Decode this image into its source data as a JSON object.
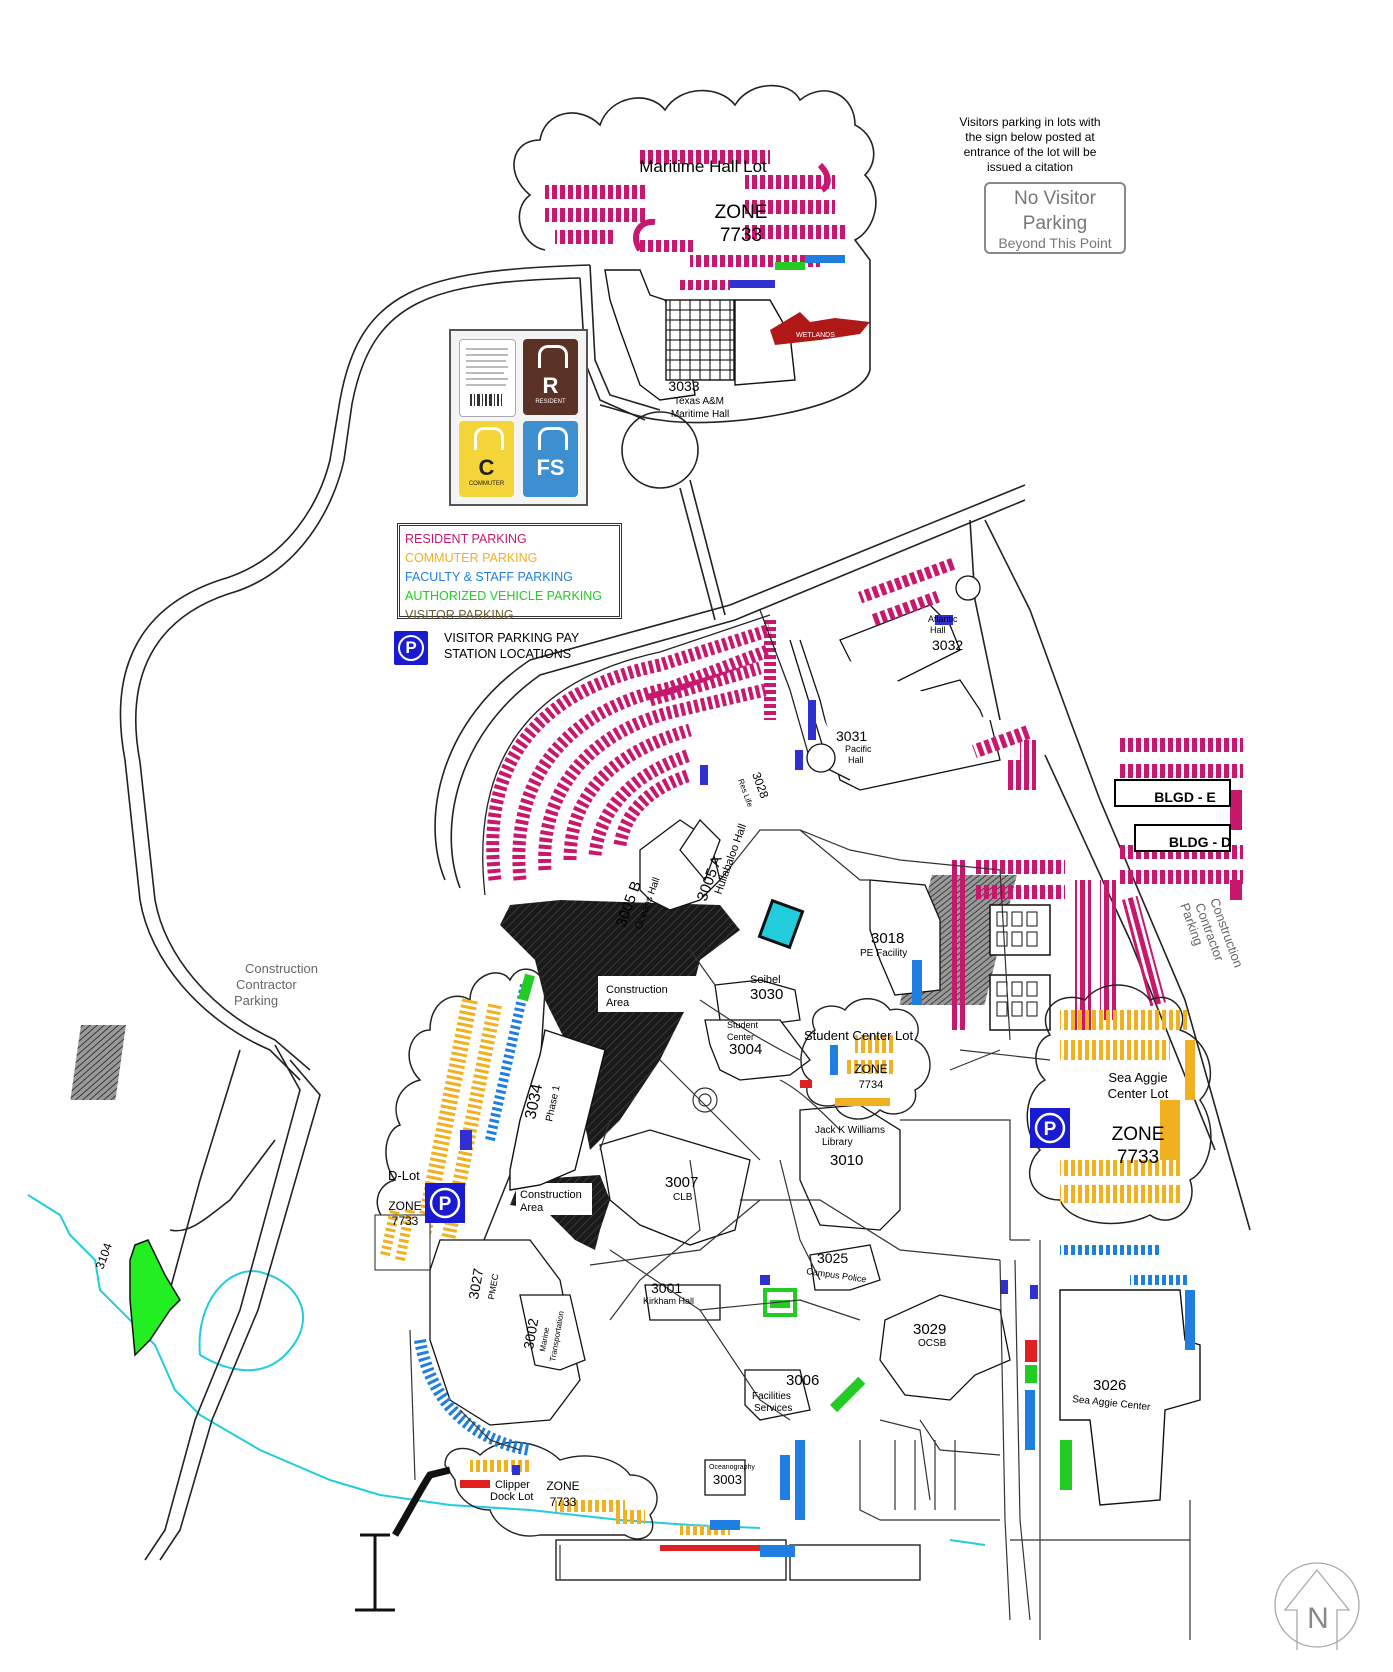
{
  "notice": {
    "lines": [
      "Visitors parking in lots with",
      "the sign below posted at",
      "entrance of the lot will be",
      "issued a citation"
    ],
    "sign_line1": "No Visitor",
    "sign_line2": "Parking",
    "sign_line3": "Beyond This Point"
  },
  "permits": {
    "resident_letter": "R",
    "resident_caption": "RESIDENT",
    "commuter_letter": "C",
    "commuter_caption": "COMMUTER",
    "faculty_letter": "FS"
  },
  "legend": {
    "items": [
      {
        "label": "RESIDENT PARKING",
        "color": "#c8186e"
      },
      {
        "label": "COMMUTER PARKING",
        "color": "#f0b020"
      },
      {
        "label": "FACULTY & STAFF PARKING",
        "color": "#1e7fe0"
      },
      {
        "label": "AUTHORIZED VEHICLE PARKING",
        "color": "#22cc22"
      },
      {
        "label": "VISITOR PARKING",
        "color": "#6b5e2e"
      }
    ],
    "pay_station_line1": "VISITOR PARKING PAY",
    "pay_station_line2": "STATION LOCATIONS",
    "pay_symbol": "P"
  },
  "lots": {
    "maritime_lot": "Maritime Hall Lot",
    "maritime_zone": "ZONE",
    "maritime_zone_num": "7733",
    "student_center_lot": "Student Center Lot",
    "student_center_zone": "ZONE",
    "student_center_zone_num": "7734",
    "sea_aggie_lot_1": "Sea Aggie",
    "sea_aggie_lot_2": "Center Lot",
    "sea_aggie_zone": "ZONE",
    "sea_aggie_zone_num": "7733",
    "d_lot": "D-Lot",
    "d_lot_zone": "ZONE",
    "d_lot_zone_num": "7733",
    "clipper_1": "Clipper",
    "clipper_2": "Dock Lot",
    "clipper_zone": "ZONE",
    "clipper_zone_num": "7733"
  },
  "areas": {
    "construction_contractor_1": "Construction",
    "construction_contractor_2": "Contractor",
    "construction_contractor_3": "Parking",
    "construction_area_1": "Construction",
    "construction_area_2": "Area",
    "construction_area_small_1": "Construction",
    "construction_area_small_2": "Area",
    "right_contractor_1": "Construction",
    "right_contractor_2": "Contractor",
    "right_contractor_3": "Parking",
    "wetlands": "WETLANDS",
    "bldg_e": "BLGD - E",
    "bldg_d": "BLDG - D"
  },
  "buildings": {
    "b3033_num": "3033",
    "b3033_name1": "Texas A&M",
    "b3033_name2": "Maritime Hall",
    "b3032_name1": "Atlantic",
    "b3032_name2": "Hall",
    "b3032_num": "3032",
    "b3031_num": "3031",
    "b3031_name1": "Pacific",
    "b3031_name2": "Hall",
    "b3028_num": "3028",
    "b3028_name": "Res Life",
    "b3005a_num": "3005 A",
    "b3005a_name": "Hullabaloo Hall",
    "b3005b_num": "3005 B",
    "b3005b_name": "Oceans Hall",
    "b3018_num": "3018",
    "b3018_name": "PE Facility",
    "b3030_name": "Seibel",
    "b3030_num": "3030",
    "b3004_name1": "Student",
    "b3004_name2": "Center",
    "b3004_num": "3004",
    "b3034_num": "3034",
    "b3034_name": "Phase 1",
    "b3007_num": "3007",
    "b3007_name": "CLB",
    "b3010_name1": "Jack K Williams",
    "b3010_name2": "Library",
    "b3010_num": "3010",
    "b3025_num": "3025",
    "b3025_name": "Campus Police",
    "b3001_num": "3001",
    "b3001_name": "Kirkham Hall",
    "b3029_num": "3029",
    "b3029_name": "OCSB",
    "b3027_num": "3027",
    "b3027_name": "PMEC",
    "b3002_num": "3002",
    "b3002_name1": "Marine",
    "b3002_name2": "Transportation",
    "b3006_num": "3006",
    "b3006_name1": "Facilities",
    "b3006_name2": "Services",
    "b3003_name": "Oceanography",
    "b3003_num": "3003",
    "b3026_num": "3026",
    "b3026_name": "Sea Aggie Center",
    "b3104_num": "3104"
  },
  "colors": {
    "resident": "#c8186e",
    "commuter": "#f0b020",
    "faculty": "#1e7fe0",
    "authorized": "#22cc22",
    "pay_station": "#1a1ad0",
    "water": "#22ccdd",
    "wetlands": "#b01818",
    "green_area": "#22ee22",
    "construction": "#111111"
  },
  "compass_letter": "N"
}
